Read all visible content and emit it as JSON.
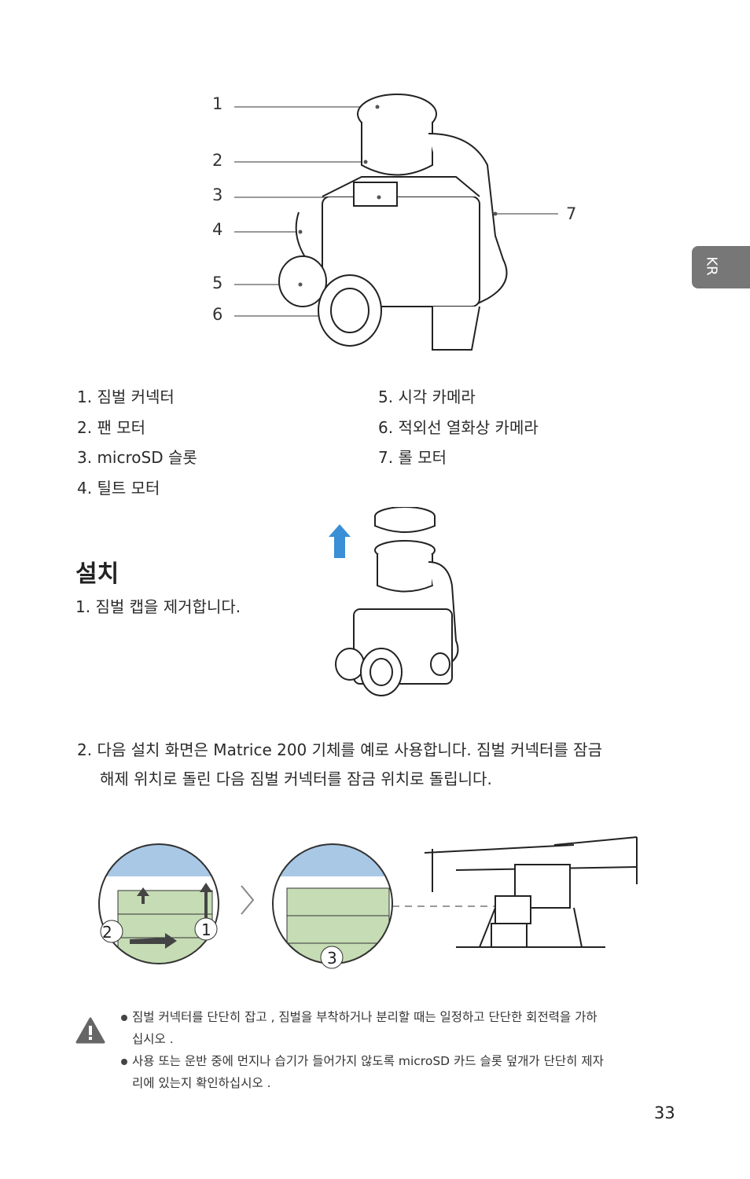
{
  "side_tab": {
    "label": "KR"
  },
  "figure1": {
    "callouts": [
      "1",
      "2",
      "3",
      "4",
      "5",
      "6",
      "7"
    ]
  },
  "parts": {
    "left": [
      "1. 짐벌 커넥터",
      "2. 팬 모터",
      "3. microSD 슬롯",
      "4. 틸트 모터"
    ],
    "right": [
      "5. 시각 카메라",
      "6. 적외선 열화상 카메라",
      "7. 롤 모터"
    ]
  },
  "install": {
    "title": "설치",
    "step1": "1. 짐벌 캡을 제거합니다.",
    "step2_line1": "2.  다음 설치 화면은 Matrice 200 기체를 예로 사용합니다. 짐벌 커넥터를 잠금",
    "step2_line2": "해제 위치로 돌린 다음 짐벌 커넥터를 잠금 위치로 돌립니다.",
    "circles": [
      "2",
      "1",
      "3"
    ]
  },
  "notes": {
    "n1_line1": "짐벌 커넥터를 단단히 잡고 , 짐벌을 부착하거나 분리할 때는 일정하고 단단한 회전력을 가하",
    "n1_line2": "십시오 .",
    "n2_line1": "사용 또는 운반 중에 먼지나 습기가 들어가지 않도록 microSD 카드 슬롯 덮개가 단단히 제자",
    "n2_line2": "리에 있는지 확인하십시오 .",
    "warning_icon": "warning-triangle-icon"
  },
  "page_number": "33",
  "colors": {
    "arrow_blue": "#3a8fd6",
    "connector_blue": "#a9c8e6",
    "connector_green": "#c6dcb4",
    "tab_gray": "#777777"
  }
}
